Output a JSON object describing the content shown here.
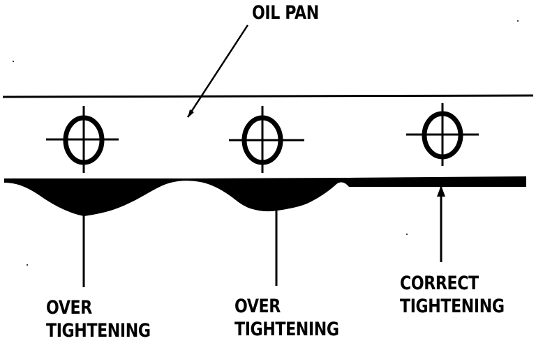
{
  "title": "OIL PAN",
  "labels": {
    "left": {
      "line1": "OVER",
      "line2": "TIGHTENING"
    },
    "middle": {
      "line1": "OVER",
      "line2": "TIGHTENING"
    },
    "right": {
      "line1": "CORRECT",
      "line2": "TIGHTENING"
    }
  },
  "colors": {
    "ink": "#000000",
    "paper": "#ffffff"
  }
}
